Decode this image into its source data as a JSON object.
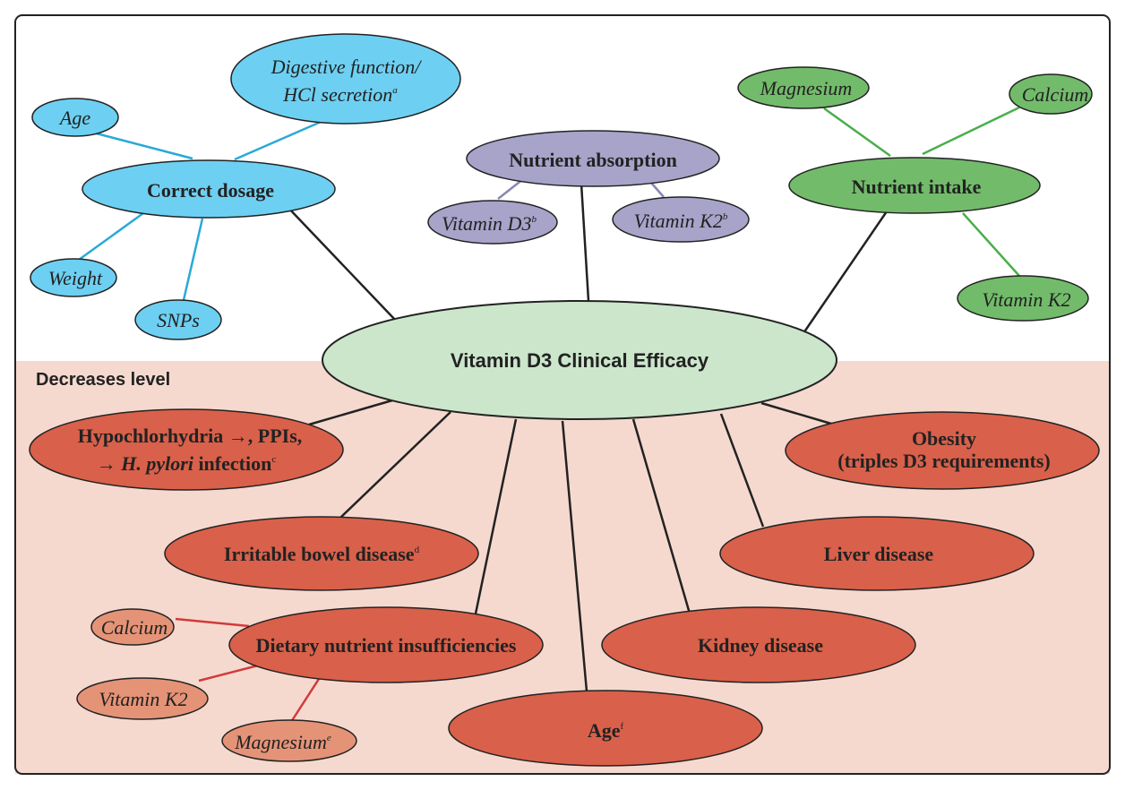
{
  "center": {
    "label": "Vitamin D3 Clinical Efficacy"
  },
  "section": {
    "decreases_label": "Decreases level"
  },
  "increase_factors": {
    "correct_dosage": {
      "label": "Correct dosage",
      "children": {
        "digestive_line1": "Digestive function/",
        "digestive_line2": "HCl secretion",
        "digestive_sup": "a",
        "age": "Age",
        "weight": "Weight",
        "snps": "SNPs"
      }
    },
    "nutrient_absorption": {
      "label": "Nutrient absorption",
      "children": {
        "vitamin_d3": "Vitamin D3",
        "vitamin_d3_sup": "b",
        "vitamin_k2": "Vitamin K2",
        "vitamin_k2_sup": "b"
      }
    },
    "nutrient_intake": {
      "label": "Nutrient intake",
      "children": {
        "magnesium": "Magnesium",
        "calcium": "Calcium",
        "vitamin_k2": "Vitamin K2"
      }
    }
  },
  "decrease_factors": {
    "hypochlorhydria_line1": "Hypochlorhydria →, PPIs,",
    "hypochlorhydria_arrow": "→ ",
    "hypochlorhydria_italic": "H. pylori",
    "hypochlorhydria_rest": " infection",
    "hypochlorhydria_sup": "c",
    "obesity_line1": "Obesity",
    "obesity_line2": "(triples D3 requirements)",
    "ibd": "Irritable bowel disease",
    "ibd_sup": "d",
    "liver": "Liver disease",
    "dietary": "Dietary nutrient insufficiencies",
    "dietary_children": {
      "calcium": "Calcium",
      "vitamin_k2": "Vitamin K2",
      "magnesium": "Magnesium",
      "magnesium_sup": "e"
    },
    "kidney": "Kidney disease",
    "age": "Age",
    "age_sup": "f"
  },
  "colors": {
    "blue_fill": "#6dd0f2",
    "purple_fill": "#a7a3c9",
    "green_fill": "#72bb6a",
    "center_fill": "#cce6cb",
    "red_fill": "#d9604a",
    "salmon_fill": "#e59377",
    "lower_bg": "#f5d9cf",
    "blue_line": "#29a9d8",
    "purple_line": "#8a86b4",
    "green_line": "#4aae4a",
    "red_line": "#d23a3a"
  }
}
